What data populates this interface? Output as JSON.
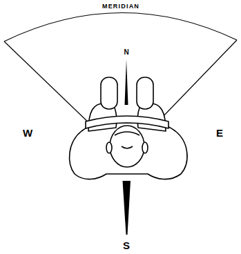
{
  "diagram": {
    "labels": [
      "MERIDIAN",
      "N",
      "W",
      "E",
      "S"
    ]
  }
}
